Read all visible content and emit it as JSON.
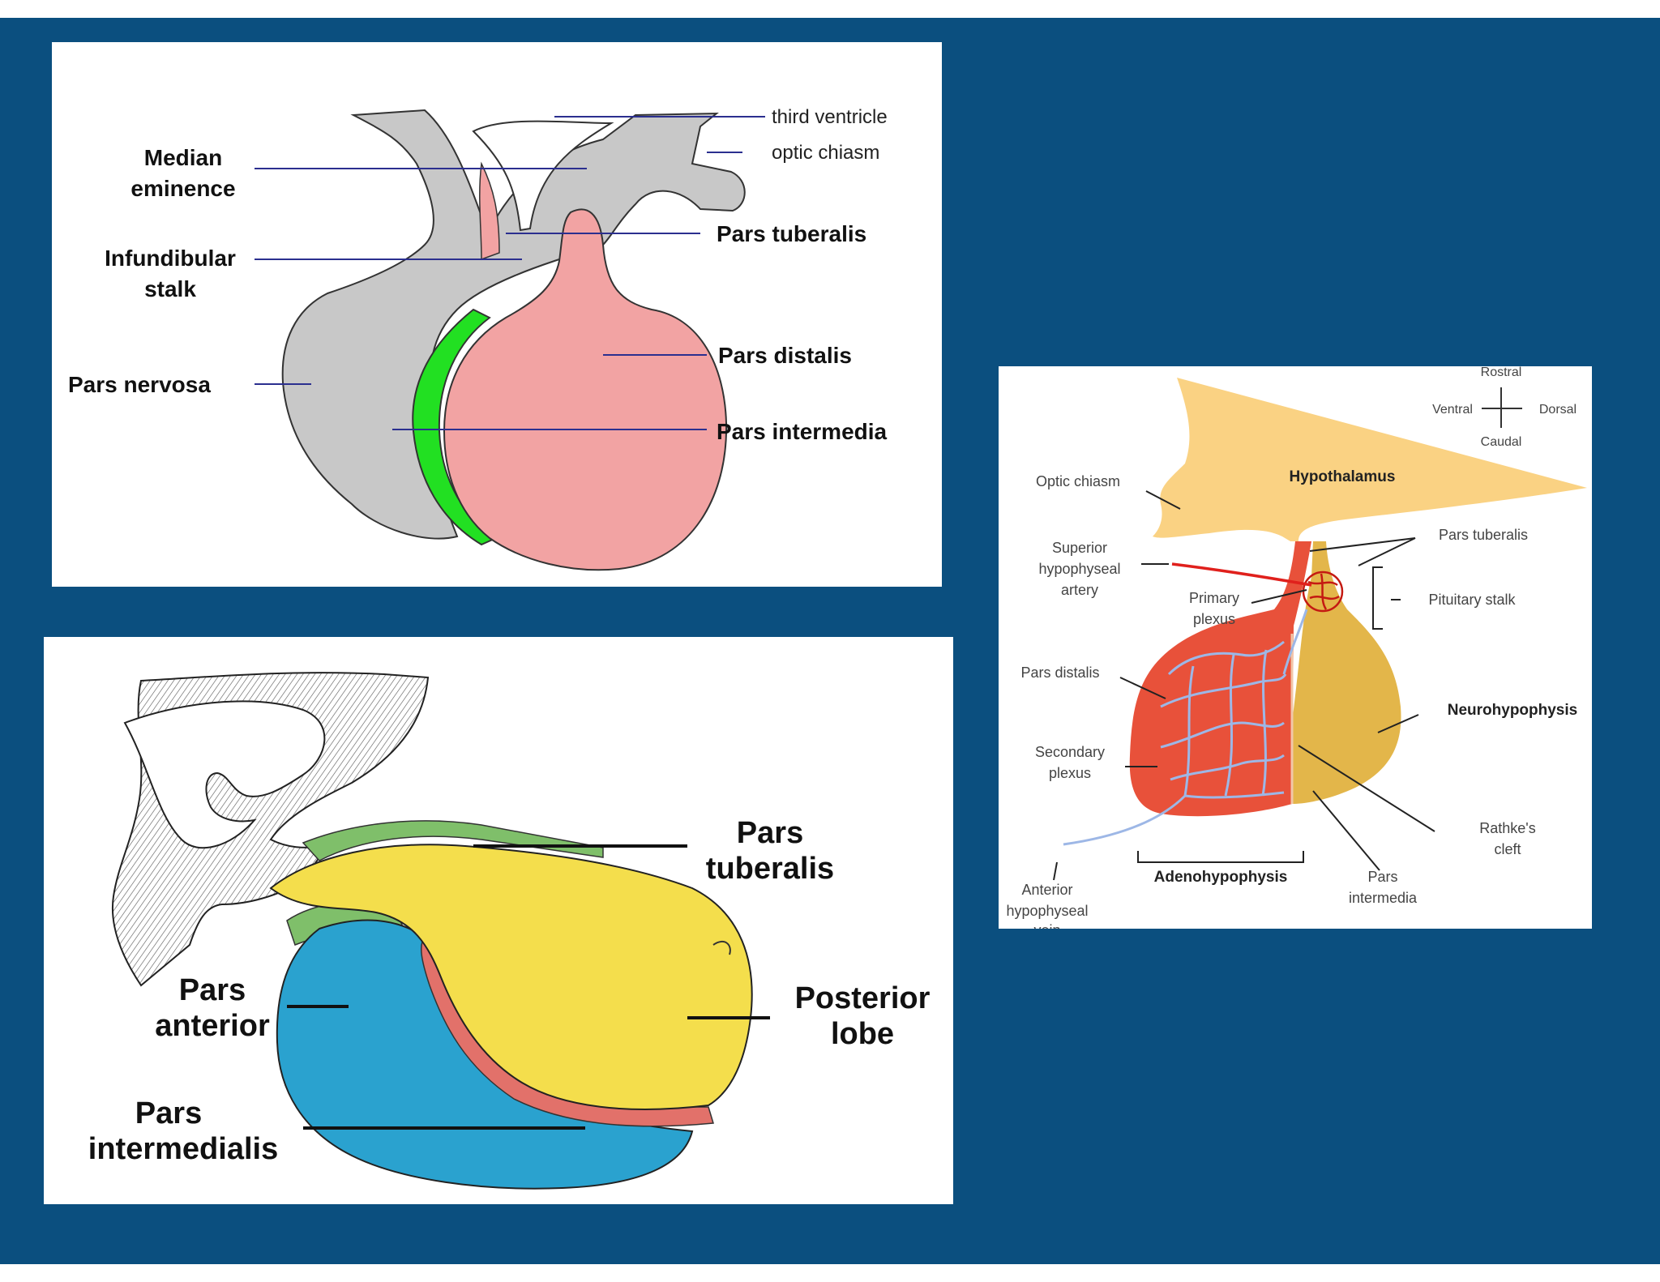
{
  "colors": {
    "background": "#0b4f7f",
    "panel": "#ffffff",
    "grey_tissue": "#c8c8c8",
    "pink_tissue": "#f2a3a3",
    "green_tissue": "#22e022",
    "leader_line": "#2b2f8f",
    "yellow_lobe": "#f4de4c",
    "blue_lobe": "#2aa2cf",
    "red_lobe": "#e2716a",
    "green_lobe": "#7fbf6a",
    "hypothalamus": "#fad283",
    "neurohypophysis": "#e3b64a",
    "adenohypophysis": "#e8513a",
    "artery": "#e0201c",
    "vessels": "#9db7e6"
  },
  "diagram1": {
    "labels": {
      "third_ventricle": "third ventricle",
      "optic_chiasm": "optic chiasm",
      "median_eminence_l1": "Median",
      "median_eminence_l2": "eminence",
      "infundibular_stalk_l1": "Infundibular",
      "infundibular_stalk_l2": "stalk",
      "pars_tuberalis": "Pars tuberalis",
      "pars_distalis": "Pars distalis",
      "pars_nervosa": "Pars nervosa",
      "pars_intermedia": "Pars intermedia"
    }
  },
  "diagram2": {
    "labels": {
      "pars_tuberalis_l1": "Pars",
      "pars_tuberalis_l2": "tuberalis",
      "pars_anterior_l1": "Pars",
      "pars_anterior_l2": "anterior",
      "posterior_lobe_l1": "Posterior",
      "posterior_lobe_l2": "lobe",
      "pars_intermedialis_l1": "Pars",
      "pars_intermedialis_l2": "intermedialis"
    }
  },
  "diagram3": {
    "compass": {
      "rostral": "Rostral",
      "ventral": "Ventral",
      "dorsal": "Dorsal",
      "caudal": "Caudal"
    },
    "labels": {
      "optic_chiasm": "Optic chiasm",
      "hypothalamus": "Hypothalamus",
      "pars_tuberalis": "Pars tuberalis",
      "superior_artery_l1": "Superior",
      "superior_artery_l2": "hypophyseal",
      "superior_artery_l3": "artery",
      "primary_plexus_l1": "Primary",
      "primary_plexus_l2": "plexus",
      "pituitary_stalk": "Pituitary stalk",
      "pars_distalis": "Pars distalis",
      "neurohypophysis": "Neurohypophysis",
      "secondary_plexus_l1": "Secondary",
      "secondary_plexus_l2": "plexus",
      "rathkes_cleft_l1": "Rathke's",
      "rathkes_cleft_l2": "cleft",
      "adenohypophysis": "Adenohypophysis",
      "pars_intermedia_l1": "Pars",
      "pars_intermedia_l2": "intermedia",
      "anterior_vein_l1": "Anterior",
      "anterior_vein_l2": "hypophyseal",
      "anterior_vein_l3": "vein"
    }
  }
}
